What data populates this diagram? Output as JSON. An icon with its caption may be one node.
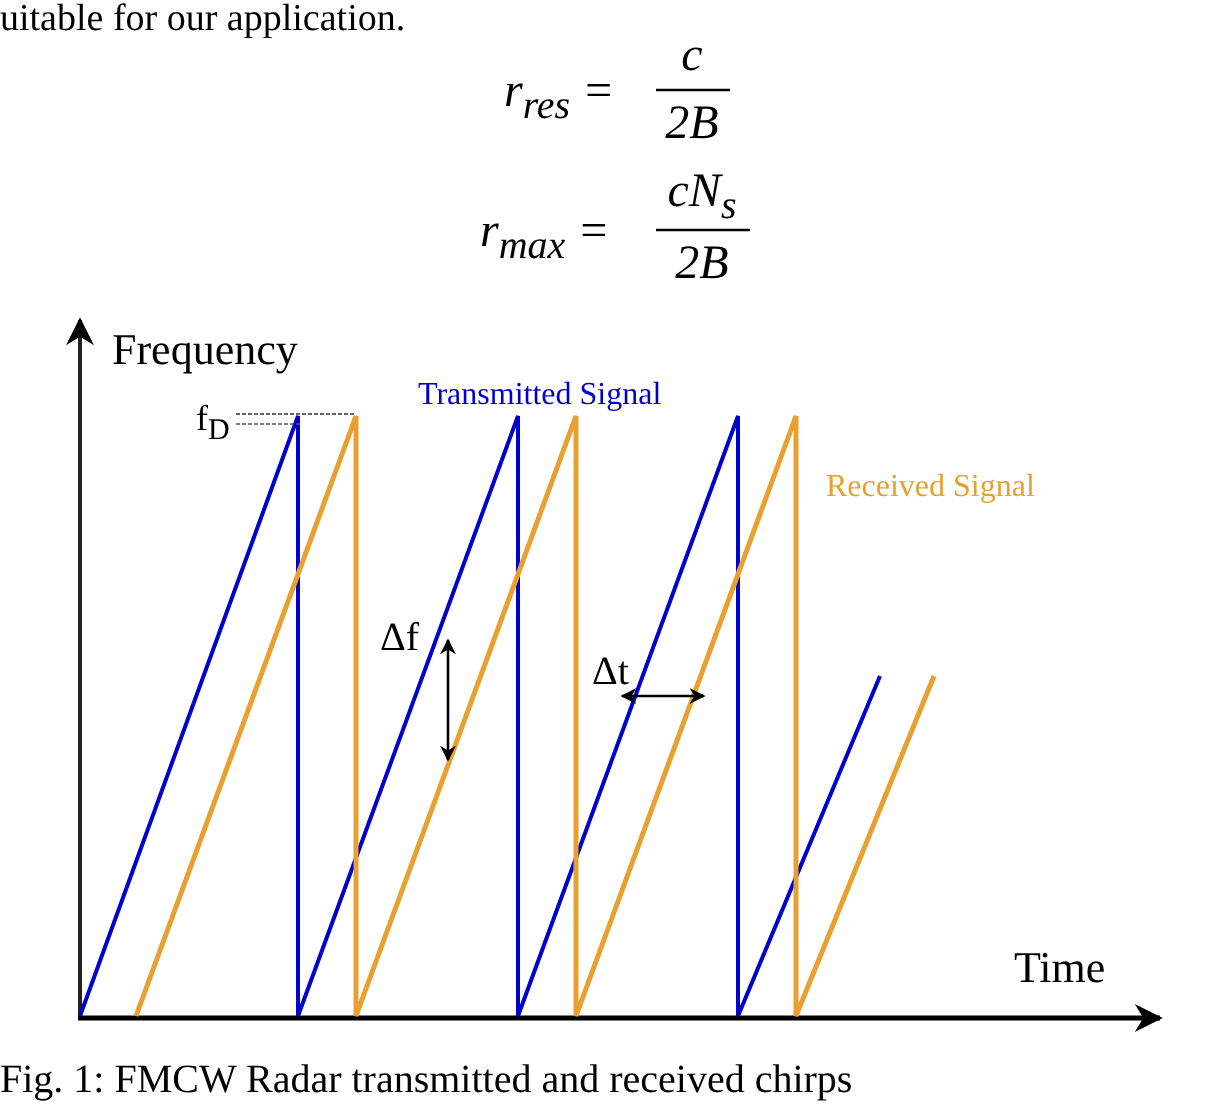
{
  "diagram": {
    "caption": "Fig. 1: FMCW Radar transmitted and received chirps",
    "labels": [
      "uitable for our application.",
      "r$_{res}$ =",
      "c",
      "2B",
      "r$_{max}$ =",
      "cN$_{s}$",
      "2B",
      "Frequency",
      "Transmitted Signal",
      "Received Signal",
      "f$_{D}$",
      "Δf",
      "Δt",
      "Time"
    ]
  }
}
